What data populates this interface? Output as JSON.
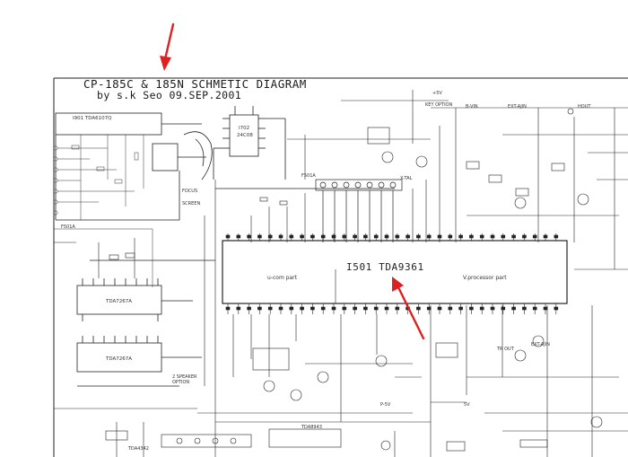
{
  "diagram": {
    "title": "CP-185C & 185N SCHMETIC DIAGRAM",
    "subtitle": "by s.k Seo 09.SEP.2001",
    "main_ic": {
      "label": "I501 TDA9361",
      "left_part": "u-com part",
      "right_part": "V.processor part"
    },
    "ic_tda6107": "I901 TDA6107Q",
    "ic_24c08": {
      "ref": "I702",
      "part": "24C08"
    },
    "ic_tda7267_a": "TDA7267A",
    "ic_tda7267_b": "TDA7267A",
    "labels": {
      "focus": "FOCUS",
      "screen": "SCREEN",
      "key_option": "KEY OPTION",
      "speaker_option": "2 SPEAKER\nOPTION",
      "ext_ajin": "EXT-AJIN",
      "ext_ajin2": "EXT-AJIN",
      "f501a": "F501A",
      "f501": "F501A",
      "x_tal": "X-TAL",
      "tda8943": "TDA8943",
      "tda4342": "TDA4342",
      "sv": "5V",
      "vcc": "+5V",
      "p_5v": "P-5V",
      "b_vin": "B-VIN",
      "tr_out": "TR OUT",
      "hout": "HOUT"
    },
    "colors": {
      "ink": "#1a1a1a",
      "arrow": "#e02020"
    }
  }
}
